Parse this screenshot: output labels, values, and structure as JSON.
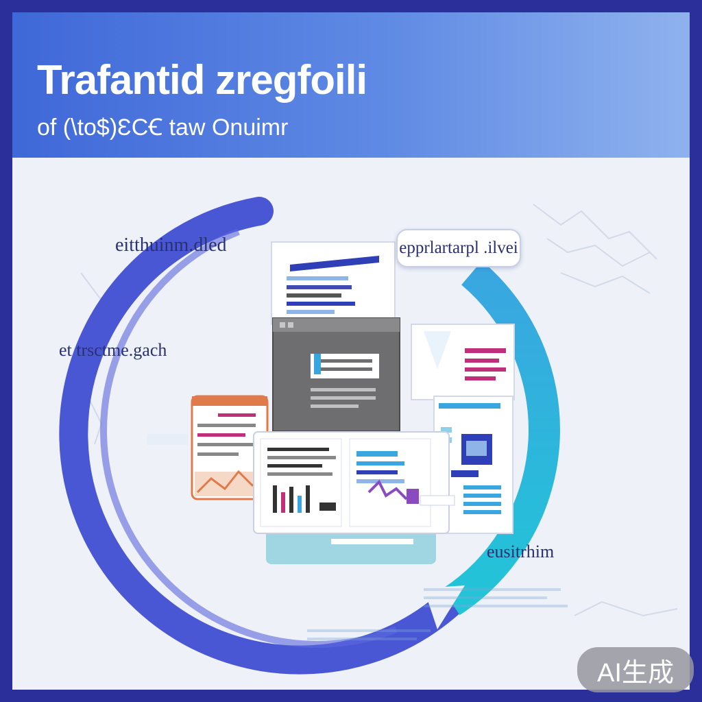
{
  "header": {
    "title": "Trafantid zregfoili",
    "subtitle": "of (\\to$)ƐCꞒ taw Onuimr"
  },
  "labels": {
    "upper_left": "eitthuinm.dled",
    "mid_left": "et trsctme.gach",
    "callout": "epprlartarpl .ilvei",
    "lower_right": "eusitrhim"
  },
  "badge": {
    "text": "AI生成"
  },
  "colors": {
    "frame": "#2a2f9a",
    "header_start": "#3f68d8",
    "header_end": "#8fb2ee",
    "ring_blue": "#4a57d4",
    "ring_teal": "#22b7d6",
    "accent_magenta": "#c0307a"
  }
}
